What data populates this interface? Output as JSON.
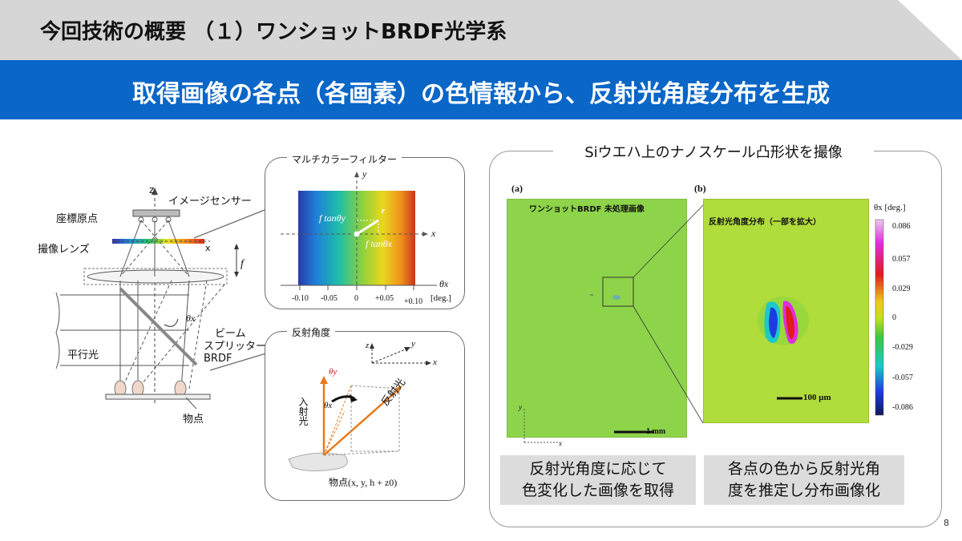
{
  "header": {
    "title": "今回技術の概要 （１）ワンショットBRDF光学系"
  },
  "banner": {
    "text": "取得画像の各点（各画素）の色情報から、反射光角度分布を生成"
  },
  "optics": {
    "image_sensor": "イメージセンサー",
    "origin": "座標原点",
    "lens": "撮像レンズ",
    "parallel_light": "平行光",
    "beam_splitter_1": "ビーム",
    "beam_splitter_2": "スプリッター",
    "brdf": "BRDF",
    "object_point": "物点",
    "z_axis": "z",
    "x_axis": "x",
    "focal": "f",
    "theta_x": "θx"
  },
  "filter_callout": {
    "title": "マルチカラーフィルター",
    "y_axis": "y",
    "x_axis": "x",
    "label_r": "r",
    "ftan_left": "f tanθy",
    "ftan_bottom": "f tanθx",
    "theta_axis": "θx",
    "unit": "[deg.]",
    "ticks": [
      "-0.10",
      "-0.05",
      "0",
      "+0.05",
      "+0.10"
    ]
  },
  "angle_callout": {
    "title": "反射角度",
    "incident": "入射光",
    "reflected": "反射光",
    "theta_y": "θy",
    "theta_x": "θx",
    "axis_z": "z",
    "axis_y": "y",
    "axis_x": "x",
    "object_point": "物点(x, y, h + z0)"
  },
  "right_panel": {
    "title": "Siウエハ上のナノスケール凸形状を撮像",
    "panel_a": {
      "tag": "(a)",
      "title": "ワンショットBRDF 未処理画像",
      "scale": "1 mm",
      "axis_y": "y",
      "axis_x": "x"
    },
    "panel_b": {
      "tag": "(b)",
      "title": "反射光角度分布（一部を拡大）",
      "scale": "100 μm"
    },
    "colorbar": {
      "label": "θx [deg.]",
      "ticks": [
        "0.086",
        "0.057",
        "0.029",
        "0",
        "-0.029",
        "-0.057",
        "-0.086"
      ]
    },
    "caption_left": [
      "反射光角度に応じて",
      "色変化した画像を取得"
    ],
    "caption_right": [
      "各点の色から反射光角",
      "度を推定し分布画像化"
    ]
  },
  "page_number": "8",
  "colors": {
    "banner": "#0a66c7",
    "header": "#d6d6d6"
  }
}
